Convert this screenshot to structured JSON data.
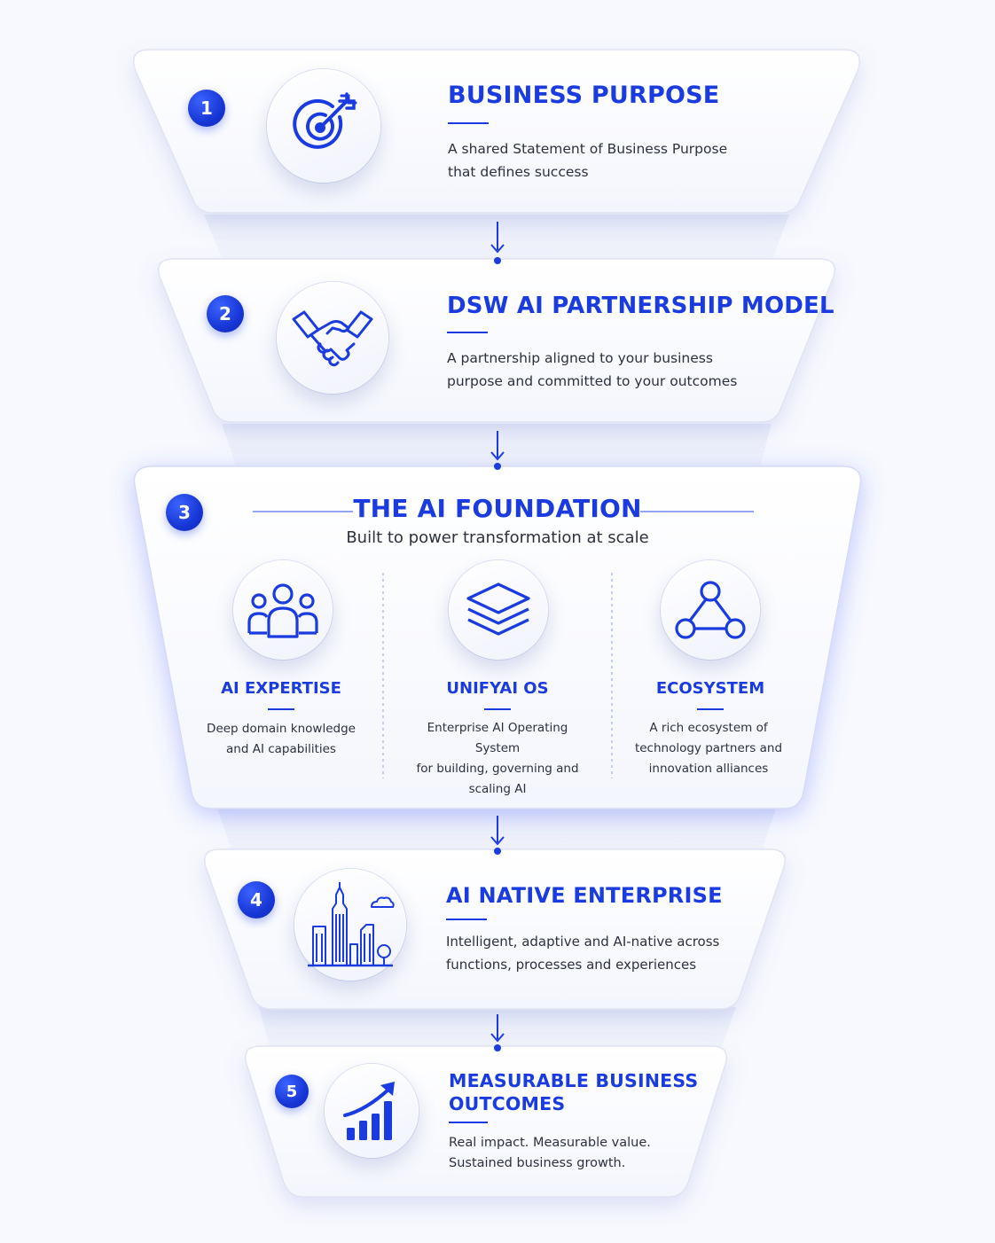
{
  "colors": {
    "accent": "#1a3be0",
    "badge": "#1736d6",
    "background": "#f8f9fe",
    "card": "#ffffff"
  },
  "steps": [
    {
      "number": "1",
      "icon": "target-icon",
      "title": "BUSINESS PURPOSE",
      "desc_lines": [
        "A shared Statement of Business Purpose",
        "that defines success"
      ]
    },
    {
      "number": "2",
      "icon": "handshake-icon",
      "title": "DSW AI PARTNERSHIP MODEL",
      "desc_lines": [
        "A partnership aligned to your business",
        "purpose and committed to your outcomes"
      ]
    },
    {
      "number": "3",
      "title": "THE AI FOUNDATION",
      "subtitle": "Built to power transformation at scale",
      "columns": [
        {
          "icon": "people-icon",
          "title": "AI EXPERTISE",
          "desc_lines": [
            "Deep domain knowledge",
            "and AI capabilities"
          ]
        },
        {
          "icon": "layers-icon",
          "title": "UNIFYAI OS",
          "desc_lines": [
            "Enterprise AI Operating System",
            "for building, governing and",
            "scaling AI"
          ]
        },
        {
          "icon": "network-icon",
          "title": "ECOSYSTEM",
          "desc_lines": [
            "A rich ecosystem of",
            "technology partners and",
            "innovation alliances"
          ]
        }
      ]
    },
    {
      "number": "4",
      "icon": "city-icon",
      "title": "AI NATIVE ENTERPRISE",
      "desc_lines": [
        "Intelligent, adaptive and AI-native across",
        "functions, processes and experiences"
      ]
    },
    {
      "number": "5",
      "icon": "growth-chart-icon",
      "title_lines": [
        "MEASURABLE BUSINESS",
        "OUTCOMES"
      ],
      "desc_lines": [
        "Real impact. Measurable value.",
        "Sustained business growth."
      ]
    }
  ]
}
